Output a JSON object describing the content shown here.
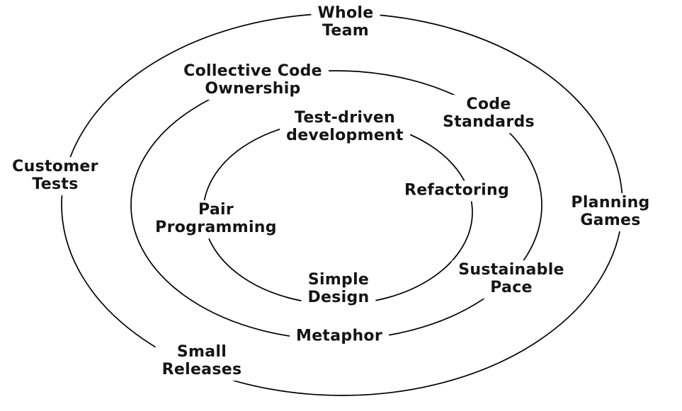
{
  "diagram": {
    "background_color": "#ffffff",
    "line_color": "#000000",
    "rings": {
      "outer": {
        "whole_team": "Whole\nTeam",
        "customer_tests": "Customer\nTests",
        "planning_games": "Planning\nGames",
        "small_releases": "Small\nReleases"
      },
      "middle": {
        "collective_code_ownership": "Collective Code\nOwnership",
        "code_standards": "Code\nStandards",
        "sustainable_pace": "Sustainable\nPace",
        "metaphor": "Metaphor"
      },
      "inner": {
        "test_driven_development": "Test-driven\ndevelopment",
        "refactoring": "Refactoring",
        "pair_programming": "Pair\nProgramming",
        "simple_design": "Simple\nDesign"
      }
    }
  }
}
